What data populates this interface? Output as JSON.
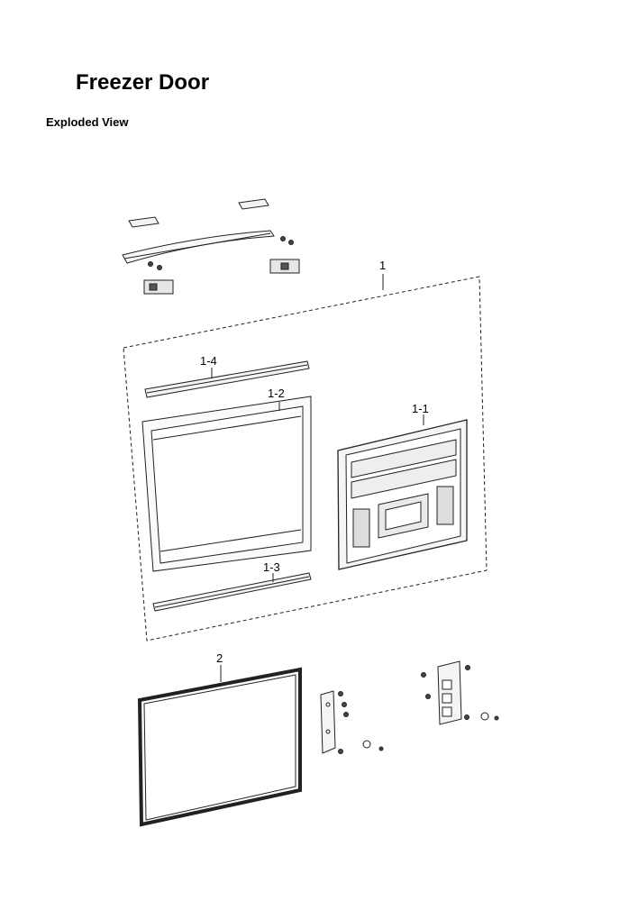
{
  "page": {
    "title": "Freezer Door",
    "subtitle": "Exploded View"
  },
  "callouts": {
    "assembly": "1",
    "handle_cap": "1-4",
    "inner_frame": "1-2",
    "door_panel": "1-1",
    "bottom_cap": "1-3",
    "gasket": "2"
  }
}
